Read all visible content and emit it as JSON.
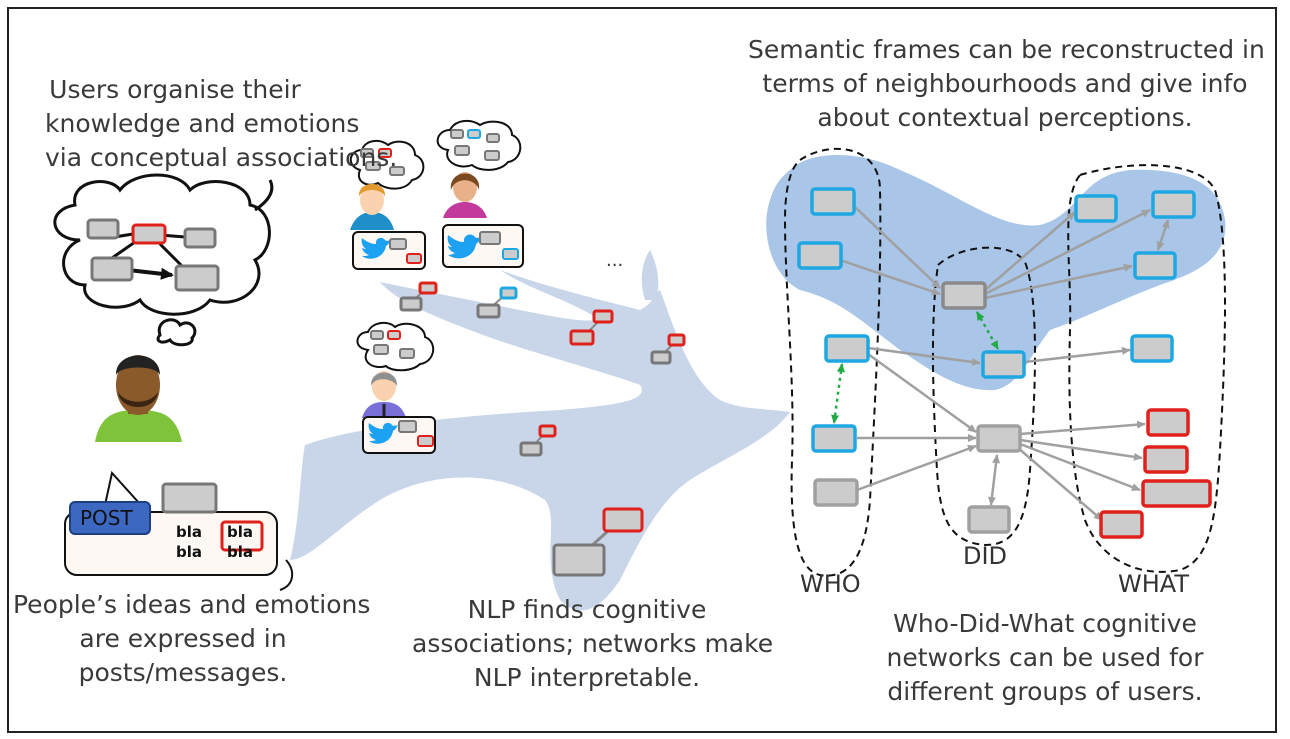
{
  "captions": {
    "users": [
      "Users organise their",
      "knowledge and emotions",
      "via conceptual associations."
    ],
    "people": [
      "People’s ideas and emotions",
      "are expressed in",
      "posts/messages."
    ],
    "nlp": [
      "NLP finds cognitive",
      "associations; networks make",
      "NLP interpretable."
    ],
    "semantic": [
      "Semantic frames can be reconstructed in",
      "terms of neighbourhoods and give info",
      "about contextual perceptions."
    ],
    "whodidwhat": [
      "Who-Did-What cognitive",
      "networks can be used for",
      "different groups of users."
    ]
  },
  "post": {
    "label": "POST",
    "words": [
      "bla",
      "bla",
      "bla",
      "bla"
    ]
  },
  "ellipsis": "...",
  "groups": {
    "who": "WHO",
    "did": "DID",
    "what": "WHAT"
  },
  "colors": {
    "blue": "#1ea7e1",
    "red": "#e0201b",
    "gray": "#8a8a8a",
    "flow": "#c9d6ea",
    "frame": "#a9c5e8",
    "green": "#22aa44",
    "twitter": "#1da1f2"
  },
  "icons": [
    "thought-cloud-icon",
    "person-avatar-icon",
    "twitter-bird-icon"
  ]
}
